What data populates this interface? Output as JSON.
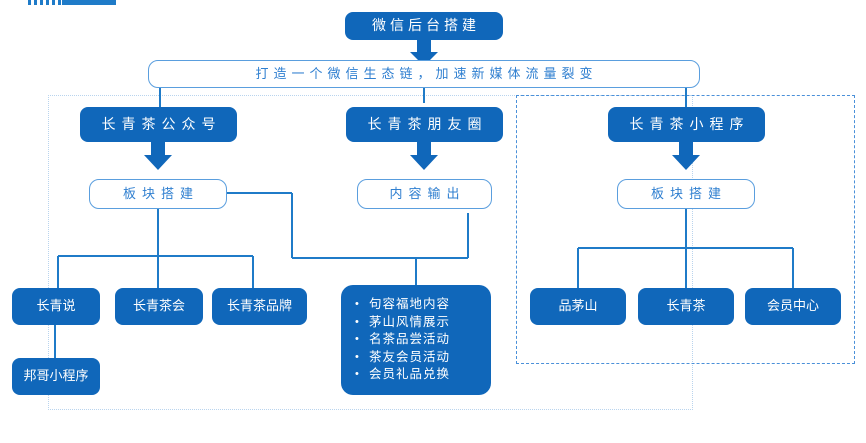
{
  "diagram": {
    "title": "微信后台搭建",
    "subtitle": "打造一个微信生态链，加速新媒体流量裂变",
    "branches": {
      "official_account": {
        "header": "长青茶公众号",
        "stage": "板块搭建",
        "children": [
          "长青说",
          "长青茶会",
          "长青茶品牌"
        ],
        "sub_child": "邦哥小程序"
      },
      "moments": {
        "header": "长青茶朋友圈",
        "stage": "内容输出",
        "content_items": [
          "句容福地内容",
          "茅山风情展示",
          "名茶品尝活动",
          "茶友会员活动",
          "会员礼品兑换"
        ]
      },
      "mini_program": {
        "header": "长青茶小程序",
        "stage": "板块搭建",
        "children": [
          "品茅山",
          "长青茶",
          "会员中心"
        ]
      }
    },
    "colors": {
      "fill": "#1067ba",
      "line": "#1f7bc8",
      "outline_border": "#5a9ede",
      "outline_text": "#2f7fd0",
      "dashed_strong": "#4a90d9",
      "dashed_faint": "#b9d4ee"
    }
  }
}
